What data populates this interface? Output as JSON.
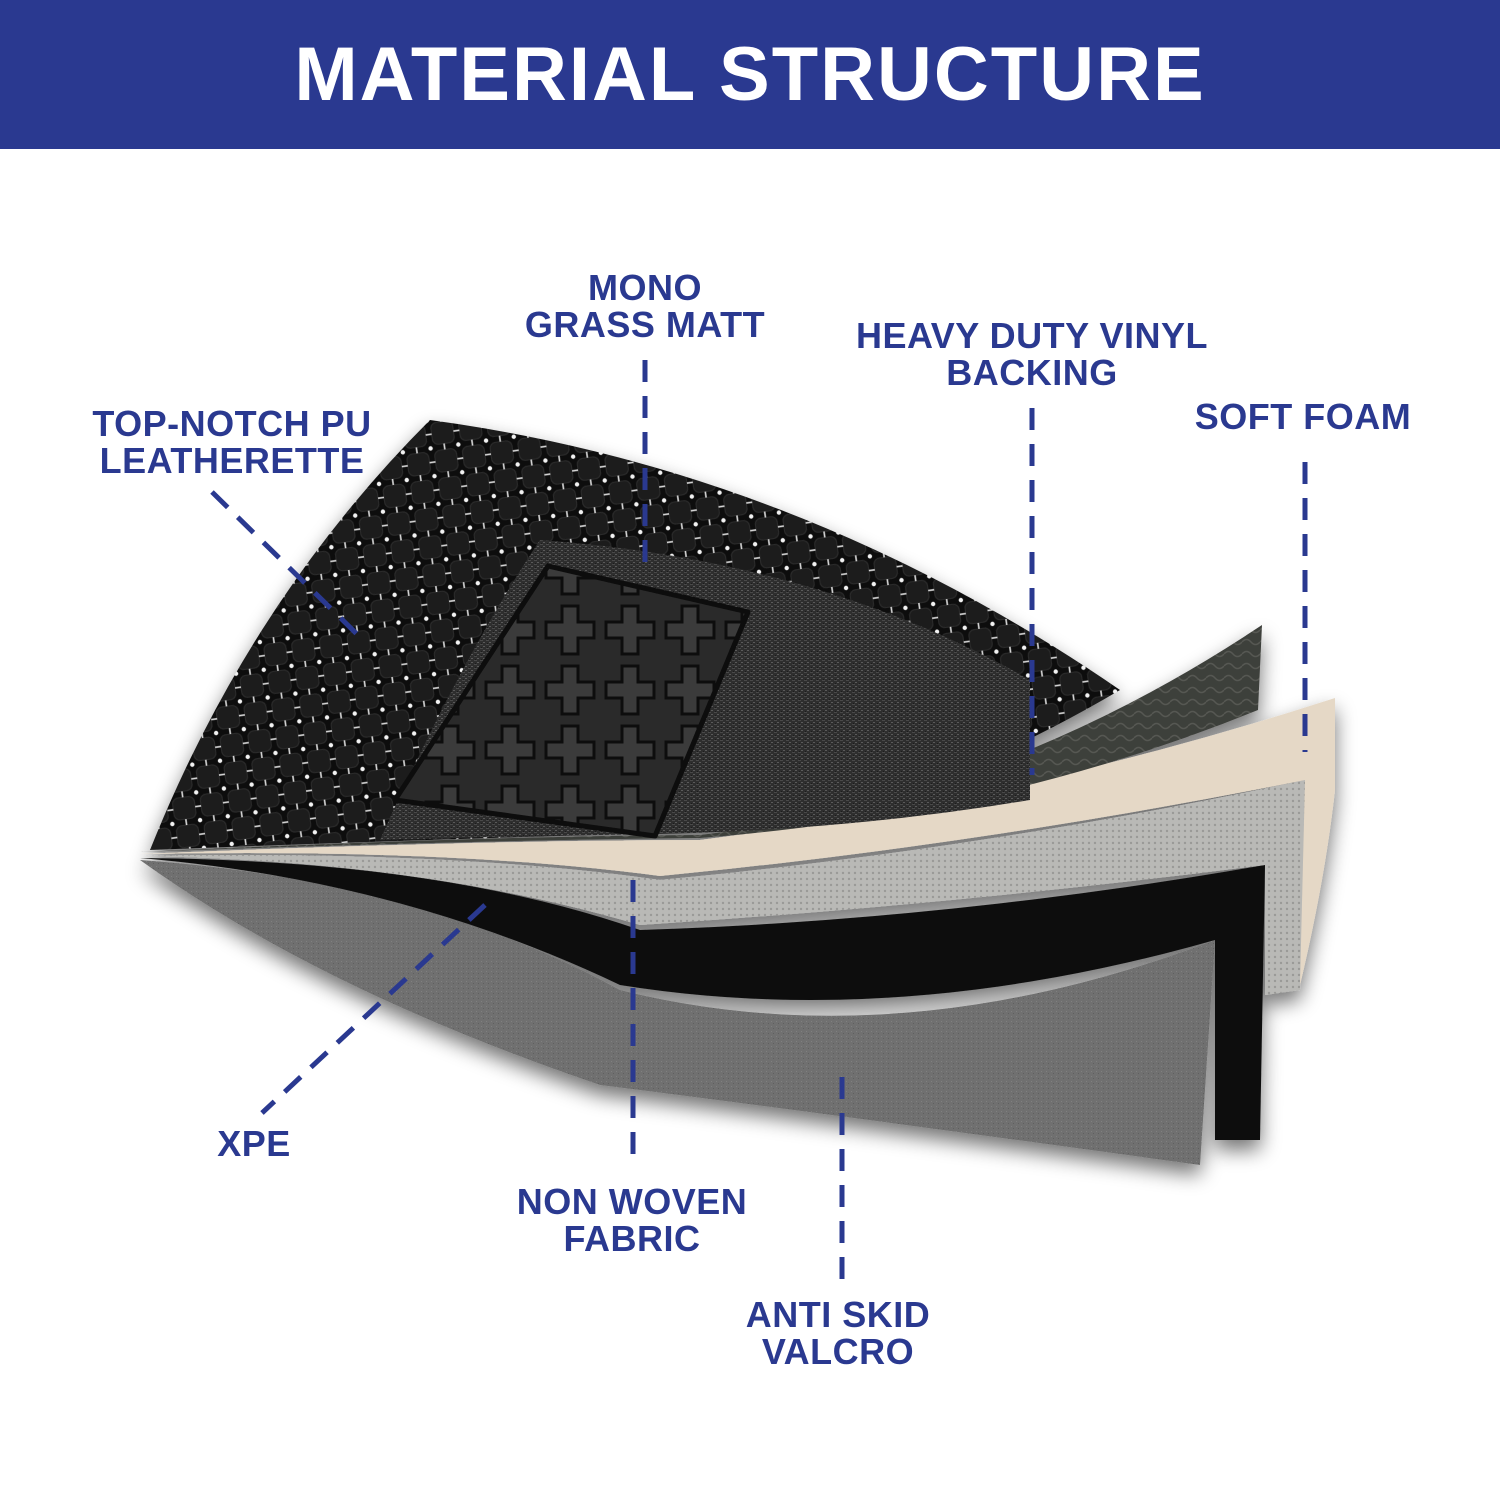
{
  "header": {
    "title": "MATERIAL STRUCTURE",
    "background_color": "#2a3990",
    "text_color": "#ffffff"
  },
  "accent_color": "#2a3990",
  "layers": [
    {
      "id": "pu-leatherette",
      "lines": [
        "TOP-NOTCH PU",
        "LEATHERETTE"
      ]
    },
    {
      "id": "grass-matt",
      "lines": [
        "MONO",
        "GRASS MATT"
      ]
    },
    {
      "id": "vinyl-backing",
      "lines": [
        "HEAVY DUTY VINYL",
        "BACKING"
      ]
    },
    {
      "id": "soft-foam",
      "lines": [
        "SOFT FOAM"
      ]
    },
    {
      "id": "xpe",
      "lines": [
        "XPE"
      ]
    },
    {
      "id": "non-woven",
      "lines": [
        "NON WOVEN",
        "FABRIC"
      ]
    },
    {
      "id": "anti-skid",
      "lines": [
        "ANTI SKID",
        "VALCRO"
      ]
    }
  ]
}
